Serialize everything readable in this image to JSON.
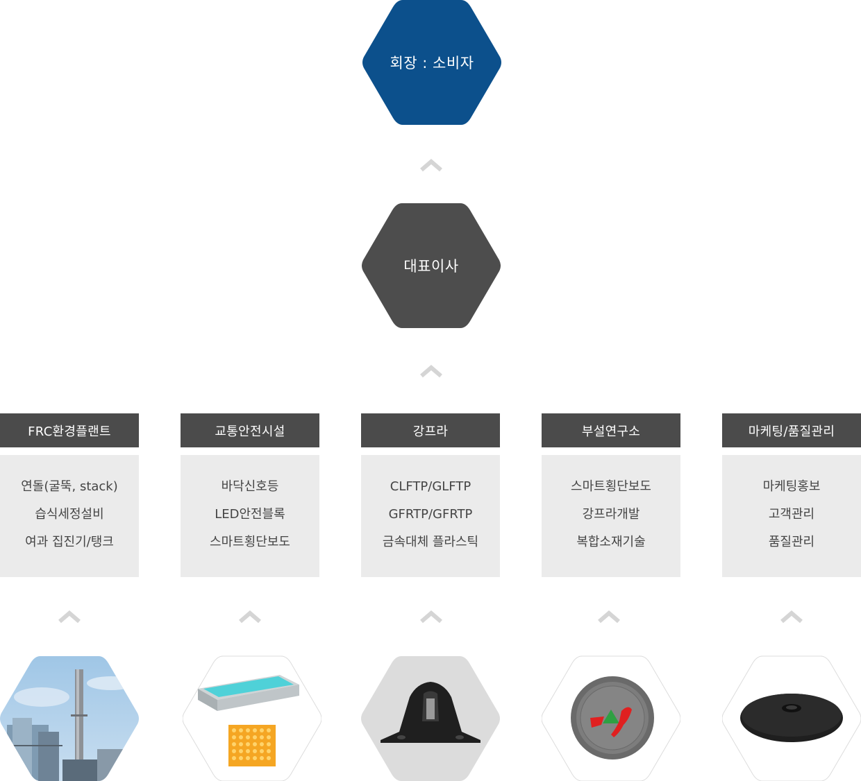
{
  "top_node": {
    "label": "회장 : 소비자",
    "color": "#0c508c"
  },
  "ceo_node": {
    "label": "대표이사",
    "color": "#4d4d4d"
  },
  "divisions": [
    {
      "title": "FRC환경플랜트",
      "items": [
        "연돌(굴뚝, stack)",
        "습식세정설비",
        "여과 집진기/탱크"
      ],
      "image": "chimney-plant-photo"
    },
    {
      "title": "교통안전시설",
      "items": [
        "바닥신호등",
        "LED안전블록",
        "스마트횡단보도"
      ],
      "image": "led-floor-light-photo"
    },
    {
      "title": "강프라",
      "items": [
        "CLFTP/GLFTP",
        "GFRTP/GFRTP",
        "금속대체 플라스틱"
      ],
      "image": "plastic-part-photo"
    },
    {
      "title": "부설연구소",
      "items": [
        "스마트횡단보도",
        "강프라개발",
        "복합소재기술"
      ],
      "image": "manhole-cover-photo"
    },
    {
      "title": "마케팅/품질관리",
      "items": [
        "마케팅홍보",
        "고객관리",
        "품질관리"
      ],
      "image": "black-disc-photo"
    }
  ],
  "colors": {
    "header": "#4b4b4b",
    "box": "#ebebeb",
    "chevron": "#d5d5d5"
  }
}
